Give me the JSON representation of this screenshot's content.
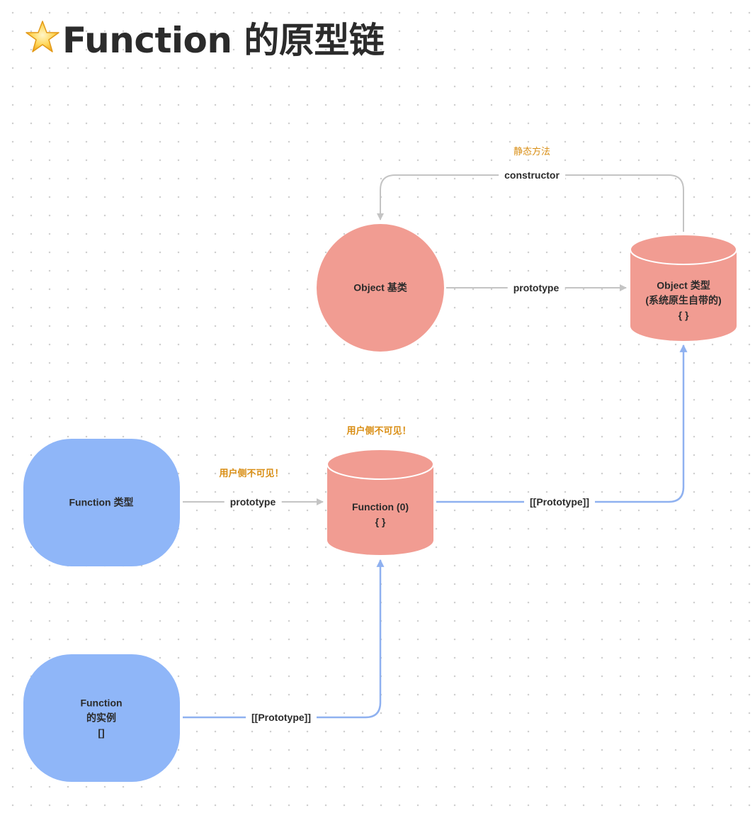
{
  "title": {
    "icon": "star-icon",
    "text": "Function 的原型链"
  },
  "colors": {
    "salmon": "#f19c92",
    "blue": "#8fb6f8",
    "gray_edge": "#c4c4c4",
    "blue_edge": "#8fb1f0",
    "note_orange": "#d98e14",
    "text": "#2b2b2b"
  },
  "nodes": {
    "object_base": {
      "label": "Object 基类"
    },
    "object_type": {
      "lines": [
        "Object 类型",
        "(系统原生自带的)",
        "{ }"
      ]
    },
    "function_type": {
      "label": "Function 类型"
    },
    "function_zero": {
      "lines": [
        "Function (0)",
        "{ }"
      ]
    },
    "function_instance": {
      "lines": [
        "Function",
        "的实例",
        "[]"
      ]
    }
  },
  "edges": {
    "constructor": {
      "label": "constructor",
      "note": "静态方法"
    },
    "object_prototype": {
      "label": "prototype"
    },
    "function_prototype": {
      "label": "prototype",
      "note": "用户侧不可见！"
    },
    "function_zero_proto": {
      "label": "[[Prototype]]"
    },
    "instance_proto": {
      "label": "[[Prototype]]"
    }
  },
  "notes": {
    "function_zero_note": "用户侧不可见！"
  }
}
